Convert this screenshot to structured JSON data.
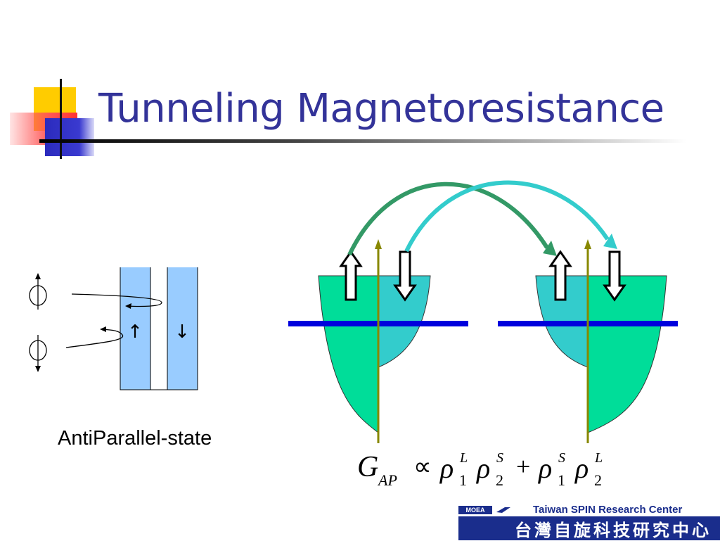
{
  "title": "Tunneling Magnetoresistance",
  "junction": {
    "state_label": "AntiParallel-state",
    "left_electrode_arrow": "↑",
    "right_electrode_arrow": "↓"
  },
  "formula": {
    "G": "G",
    "G_sub": "AP",
    "proportional": "∝",
    "rho": "ρ",
    "plus": "+",
    "term1": {
      "sub1": "1",
      "sup1": "L",
      "sub2": "2",
      "sup2": "S"
    },
    "term2": {
      "sub1": "1",
      "sup1": "S",
      "sub2": "2",
      "sup2": "L"
    }
  },
  "logo": {
    "badge": "MOEA",
    "name_en": "Taiwan SPIN Research Center",
    "name_zh": "台灣自旋科技研究中心"
  },
  "colors": {
    "title": "#333399",
    "band_majority": "#00dd99",
    "band_minority": "#33cccc",
    "fermi_line": "#0000dd",
    "axis_line": "#888800",
    "arc_green": "#339966",
    "arc_cyan": "#33cccc",
    "electrode": "#99ccff"
  }
}
